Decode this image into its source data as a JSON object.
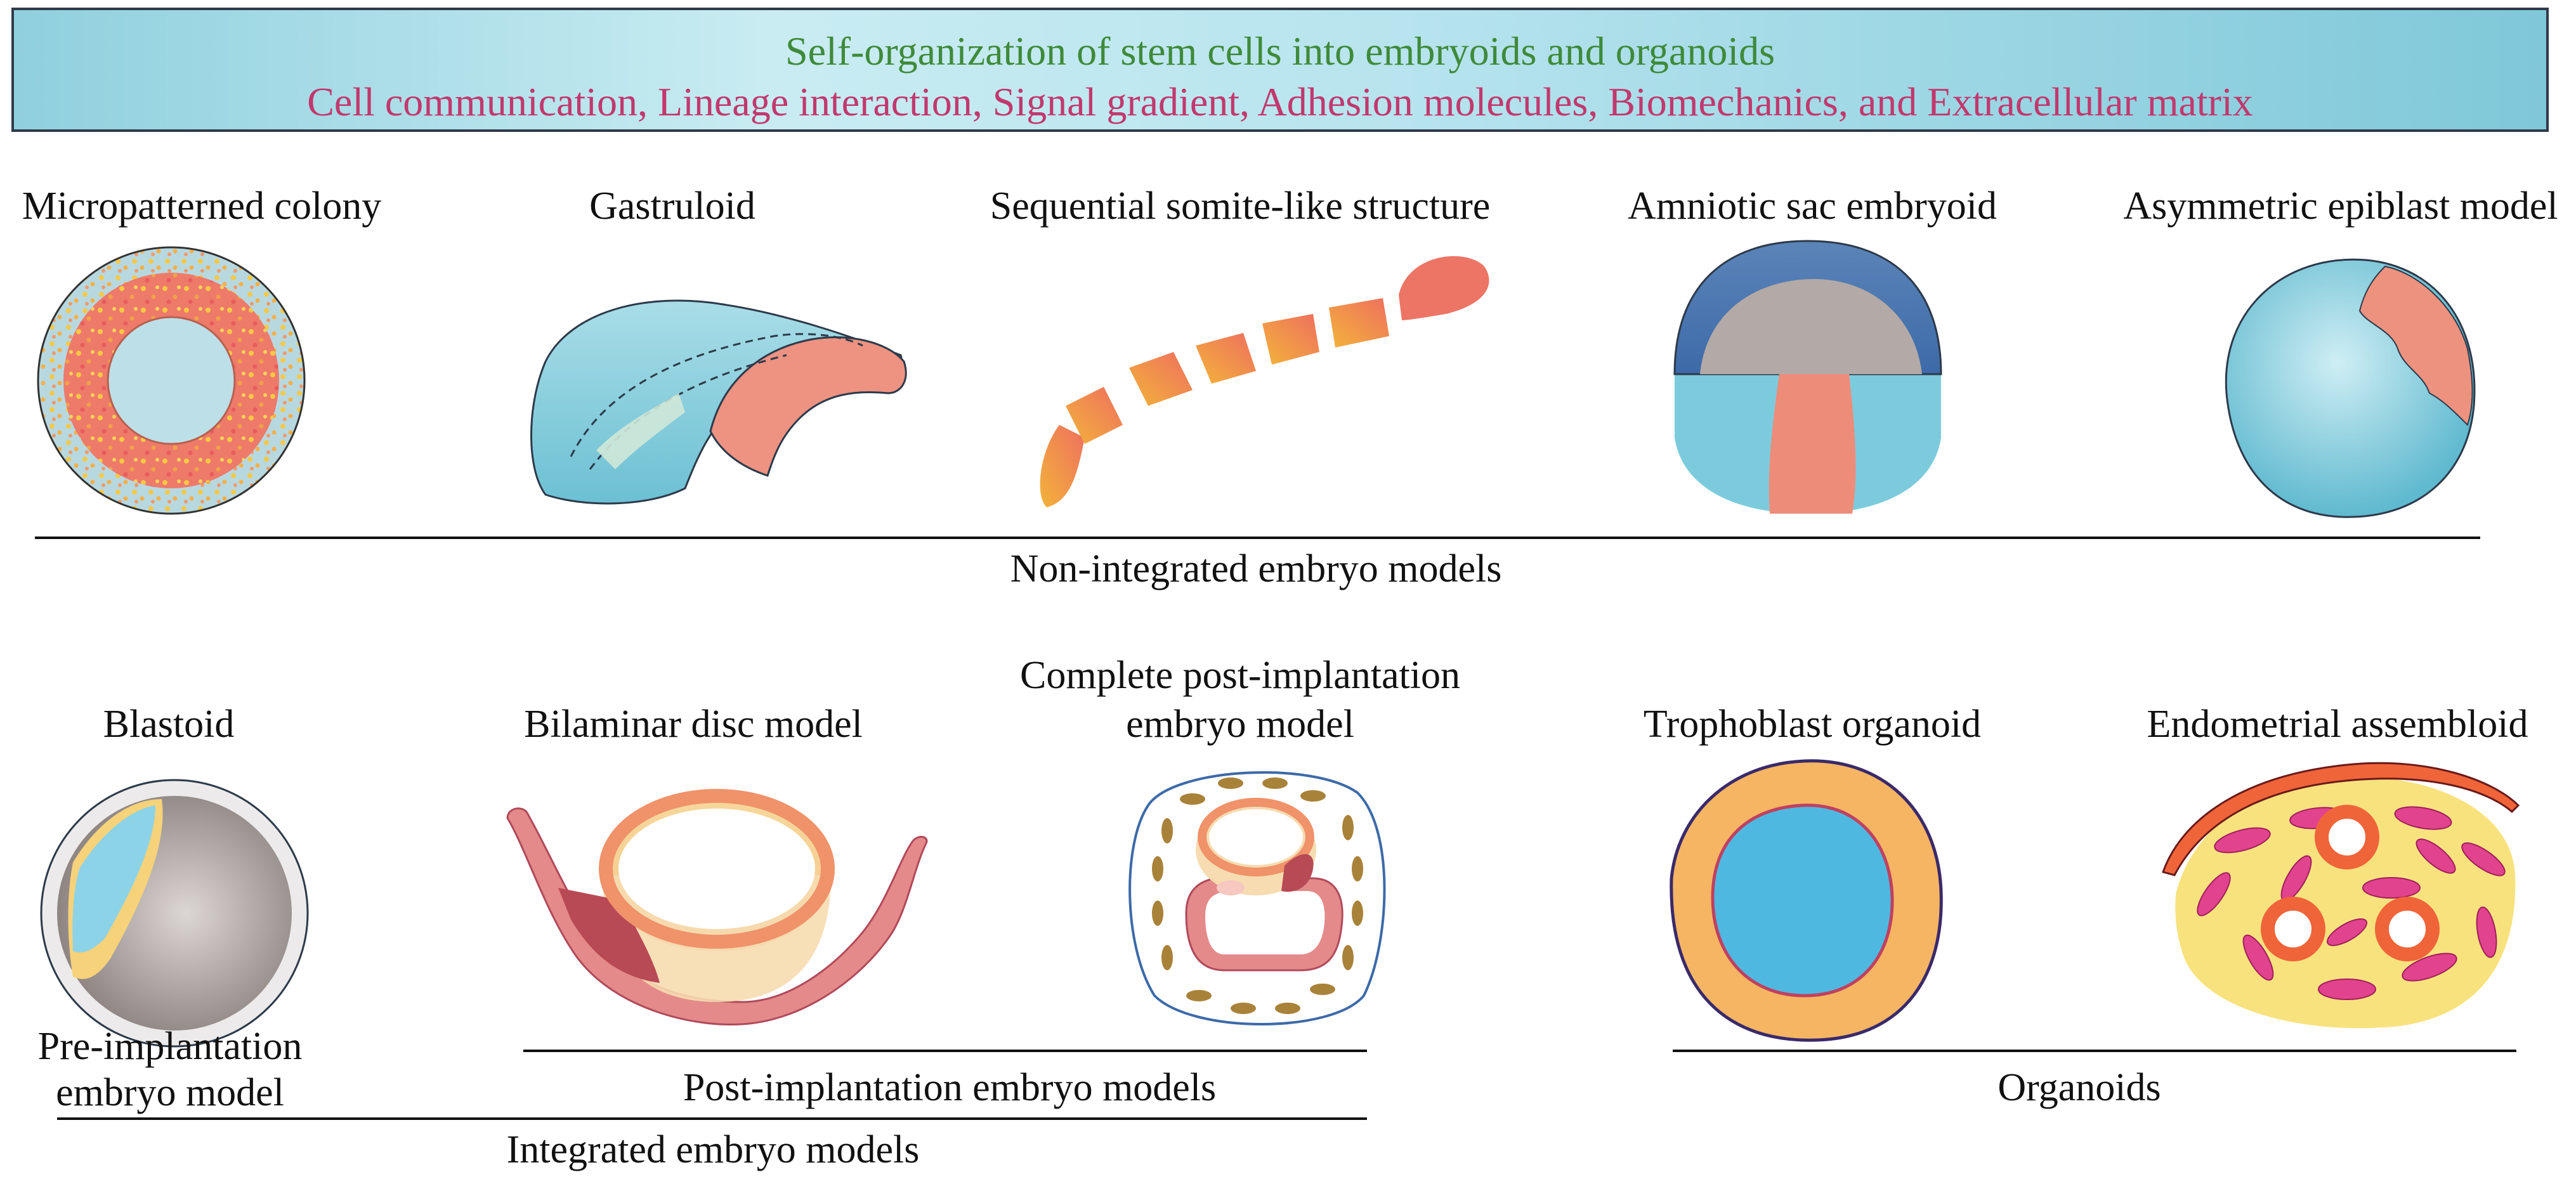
{
  "banner": {
    "title": "Self-organization of stem cells into embryoids and organoids",
    "factors": "Cell communication, Lineage interaction, Signal gradient, Adhesion molecules, Biomechanics, and Extracellular matrix"
  },
  "non_integrated": {
    "group_label": "Non-integrated embryo models",
    "models": [
      {
        "name": "Micropatterned colony",
        "icon": "micropatterned-colony-illustration"
      },
      {
        "name": "Gastruloid",
        "icon": "gastruloid-illustration"
      },
      {
        "name": "Sequential somite-like structure",
        "icon": "somite-structure-illustration"
      },
      {
        "name": "Amniotic sac embryoid",
        "icon": "amniotic-sac-illustration"
      },
      {
        "name": "Asymmetric epiblast model",
        "icon": "epiblast-model-illustration"
      }
    ]
  },
  "integrated": {
    "group_label": "Integrated embryo models",
    "pre_label_1": "Pre-implantation",
    "pre_label_2": "embryo model",
    "post_group_label": "Post-implantation embryo models",
    "models": [
      {
        "name": "Blastoid",
        "icon": "blastoid-illustration"
      },
      {
        "name": "Bilaminar disc model",
        "icon": "bilaminar-disc-illustration"
      },
      {
        "name_line1": "Complete post-implantation",
        "name_line2": "embryo model",
        "icon": "post-implantation-embryo-illustration"
      }
    ]
  },
  "organoids": {
    "group_label": "Organoids",
    "models": [
      {
        "name": "Trophoblast organoid",
        "icon": "trophoblast-organoid-illustration"
      },
      {
        "name": "Endometrial assembloid",
        "icon": "endometrial-assembloid-illustration"
      }
    ]
  },
  "colors": {
    "banner_title": "#3f8a3a",
    "banner_factors": "#c2386e",
    "cyan": "#7ccbdc",
    "salmon": "#ec8a78",
    "pink": "#e2438f",
    "orange": "#f08a3a"
  }
}
